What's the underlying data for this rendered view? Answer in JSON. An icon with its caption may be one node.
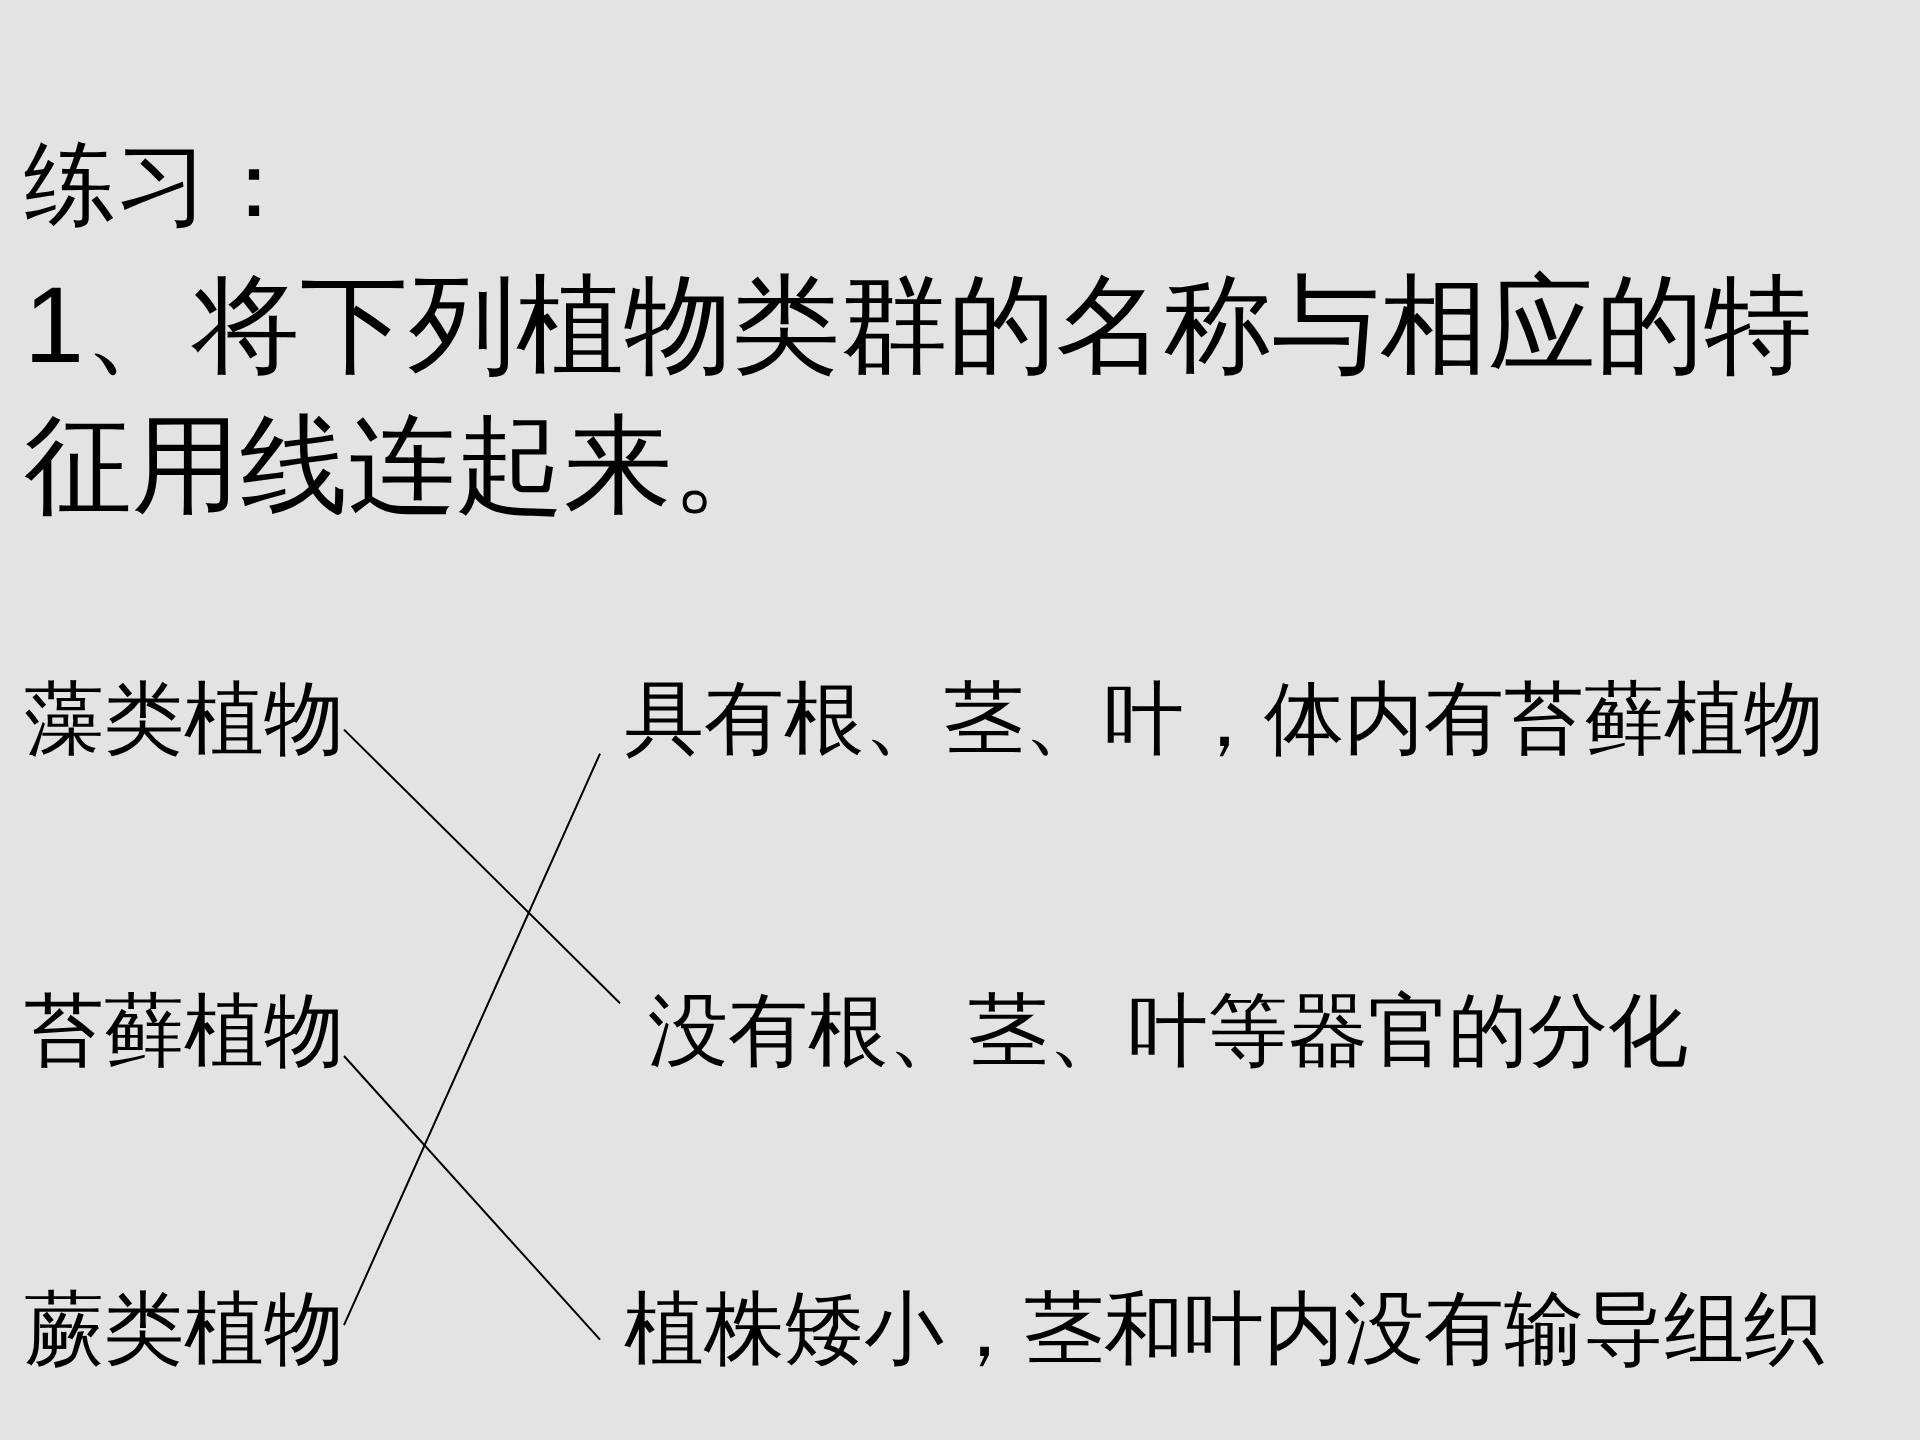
{
  "diagram": {
    "title": "练习：",
    "nodes": [
      {
        "text": [
          "藻类植物"
        ]
      },
      {
        "text": [
          "苔藓植物"
        ]
      },
      {
        "text": [
          "蕨类植物"
        ]
      },
      {
        "text": [
          "具有根、茎、叶，体内有苔藓植物"
        ]
      },
      {
        "text": [
          "没有根、茎、叶等器官的分化"
        ]
      },
      {
        "text": [
          "植株矮小，茎和叶内没有输导组织"
        ]
      }
    ],
    "edges": [
      {
        "from": 0,
        "to": 4,
        "arrow": "none"
      },
      {
        "from": 1,
        "to": 5,
        "arrow": "none"
      },
      {
        "from": 2,
        "to": 3,
        "arrow": "none"
      }
    ],
    "labels": [
      "1、将下列植物类群的名称与相应的特征用线连起来。"
    ]
  }
}
